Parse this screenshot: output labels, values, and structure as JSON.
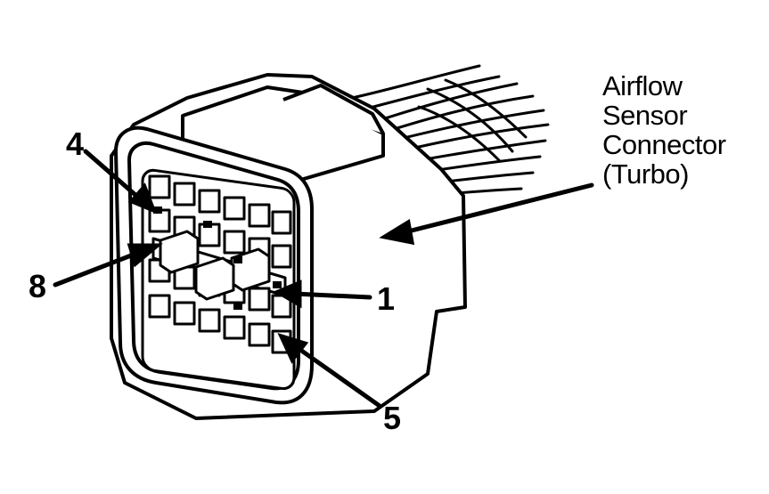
{
  "callout": {
    "lines": [
      "Airflow",
      "Sensor",
      "Connector",
      "(Turbo)"
    ]
  },
  "pins": {
    "p4": "4",
    "p8": "8",
    "p1": "1",
    "p5": "5"
  },
  "colors": {
    "ink": "#000000",
    "paper": "#ffffff"
  }
}
